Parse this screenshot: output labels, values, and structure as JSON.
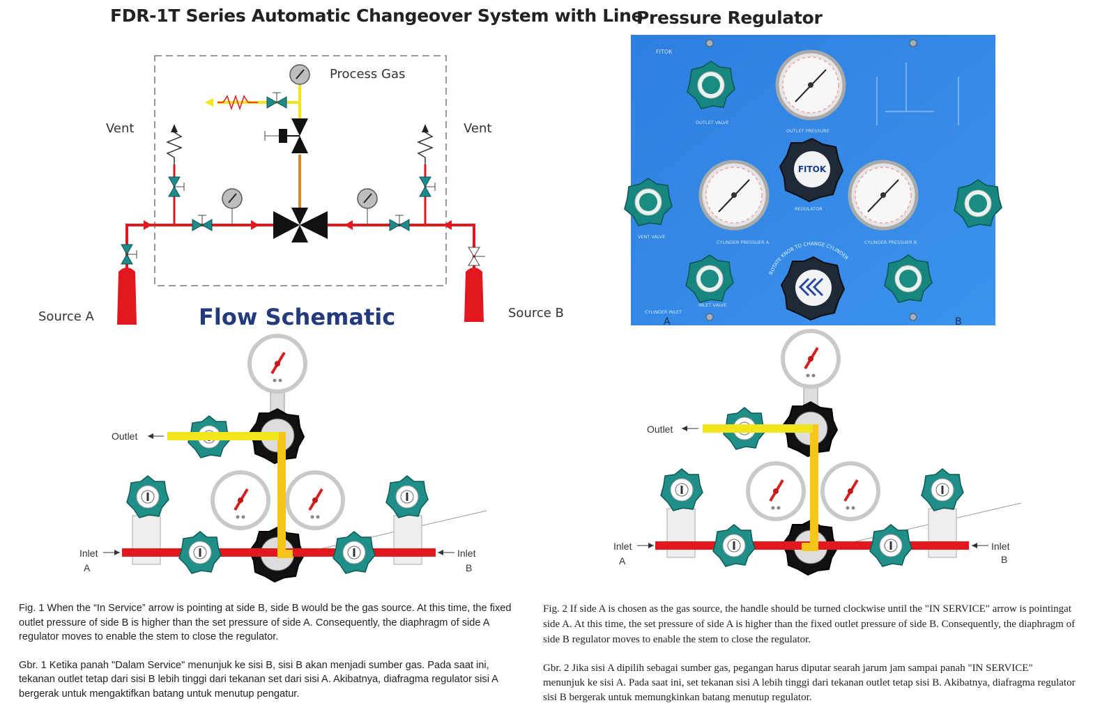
{
  "title": {
    "main": "FDR-1T Series Automatic Changeover System with Line",
    "right": "Pressure Regulator"
  },
  "schematic": {
    "title": "Flow Schematic",
    "process_gas": "Process Gas",
    "vent_left": "Vent",
    "vent_right": "Vent",
    "source_a": "Source A",
    "source_b": "Source B",
    "colors": {
      "inlet": "#e3171e",
      "outlet": "#f2e51b",
      "regulated": "#d4882a",
      "valve": "#1f8a8a",
      "title": "#233a7c"
    }
  },
  "panel": {
    "brand": "FITOK",
    "outlet_valve": "OUTLET VALVE",
    "outlet_pressure": "OUTLET PRESSURE",
    "regulator": "REGULATOR",
    "regulator_knob_brand": "FITOK",
    "vent_valve": "VENT VALVE",
    "cylinder_pressure_a": "CYLINDER PRESSUER A",
    "cylinder_pressure_b": "CYLINDER PRESSUER B",
    "rotate_knob": "ROTATE KNOB TO CHANGE CYLINDER",
    "cylinder_inlet": "CYLINDER INLET",
    "inlet_valve": "INLET VALVE",
    "side_a": "A",
    "side_b": "B",
    "color": "#2f86e0"
  },
  "fig1": {
    "outlet": "Outlet",
    "inlet_left": "Inlet",
    "side_left": "A",
    "inlet_right": "Inlet",
    "side_right": "B"
  },
  "fig2": {
    "outlet": "Outlet",
    "inlet_left": "Inlet",
    "side_left": "A",
    "inlet_right": "Inlet",
    "side_right": "B"
  },
  "captions": {
    "fig1_en": "Fig. 1 When the “In Service” arrow is pointing at side B, side B would be the gas source. At this time, the fixed outlet pressure of side B is higher than the set pressure of side A. Consequently, the diaphragm of side A regulator moves to enable the stem to close the regulator.",
    "fig1_id": "Gbr. 1 Ketika panah \"Dalam Service\" menunjuk ke sisi B, sisi B akan menjadi sumber gas. Pada saat ini, tekanan outlet tetap dari sisi B lebih tinggi dari tekanan set dari sisi A. Akibatnya, diafragma regulator sisi A bergerak untuk mengaktifkan batang untuk menutup pengatur.",
    "fig2_en": "Fig. 2 If side A is chosen as the gas source, the handle should be turned clockwise until the \"IN SERVICE\" arrow is pointingat side A. At this time, the set pressure of side A is higher than the fixed outlet pressure of side B. Consequently, the diaphragm of side B regulator moves to enable the stem to close the regulator.",
    "fig2_id": "Gbr. 2 Jika sisi A dipilih sebagai sumber gas, pegangan harus diputar searah jarum jam sampai panah \"IN SERVICE\" menunjuk ke sisi A. Pada saat ini, set tekanan sisi A lebih tinggi dari tekanan outlet tetap sisi B. Akibatnya, diafragma regulator sisi B bergerak untuk memungkinkan batang menutup regulator."
  }
}
